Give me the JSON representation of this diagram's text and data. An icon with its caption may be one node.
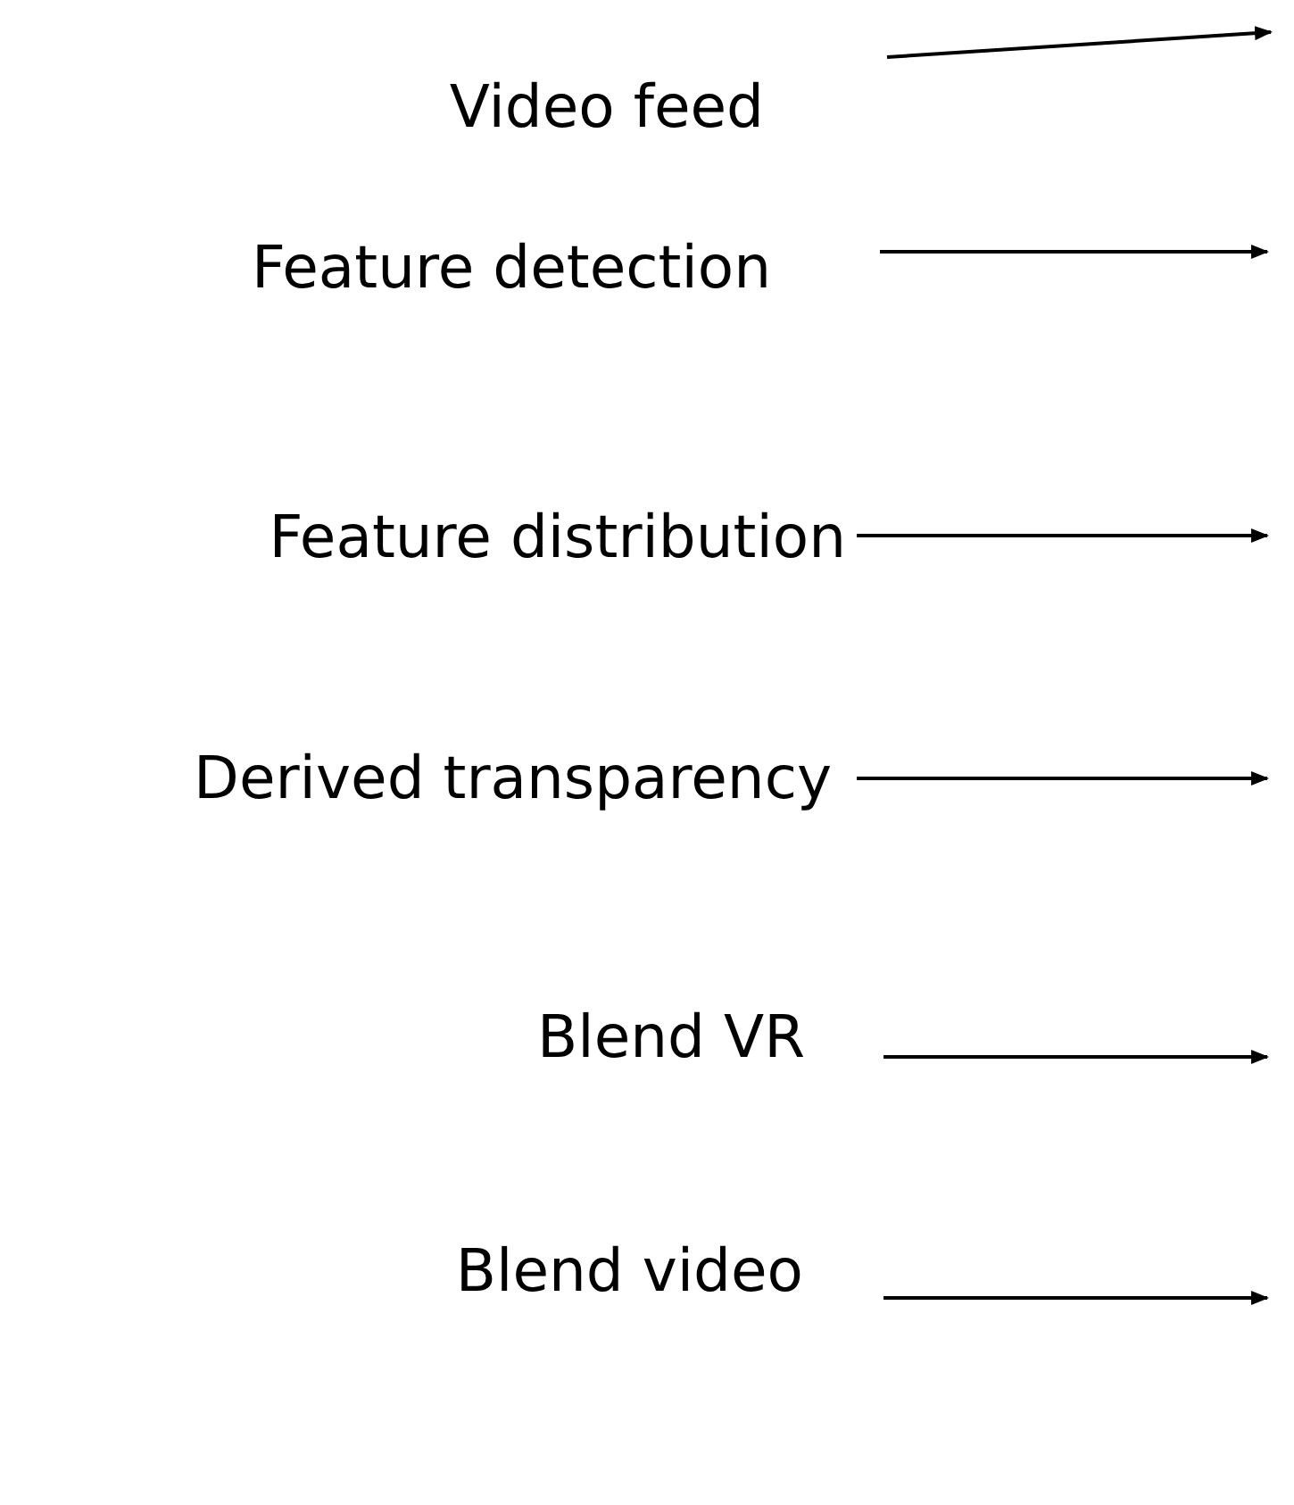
{
  "diagram": {
    "nodes": [
      {
        "text": [
          "Video feed"
        ]
      },
      {
        "text": [
          "Feature detection"
        ]
      },
      {
        "text": [
          "Feature distribution"
        ]
      },
      {
        "text": [
          "Derived transparency"
        ]
      },
      {
        "text": [
          "Blend VR"
        ]
      },
      {
        "text": [
          "Blend video"
        ]
      }
    ],
    "edges": [
      {
        "from": 0,
        "to": null,
        "arrow": "to"
      },
      {
        "from": 1,
        "to": null,
        "arrow": "to"
      },
      {
        "from": 2,
        "to": null,
        "arrow": "to"
      },
      {
        "from": 3,
        "to": null,
        "arrow": "to"
      },
      {
        "from": 4,
        "to": null,
        "arrow": "to"
      },
      {
        "from": 5,
        "to": null,
        "arrow": "to"
      }
    ]
  }
}
